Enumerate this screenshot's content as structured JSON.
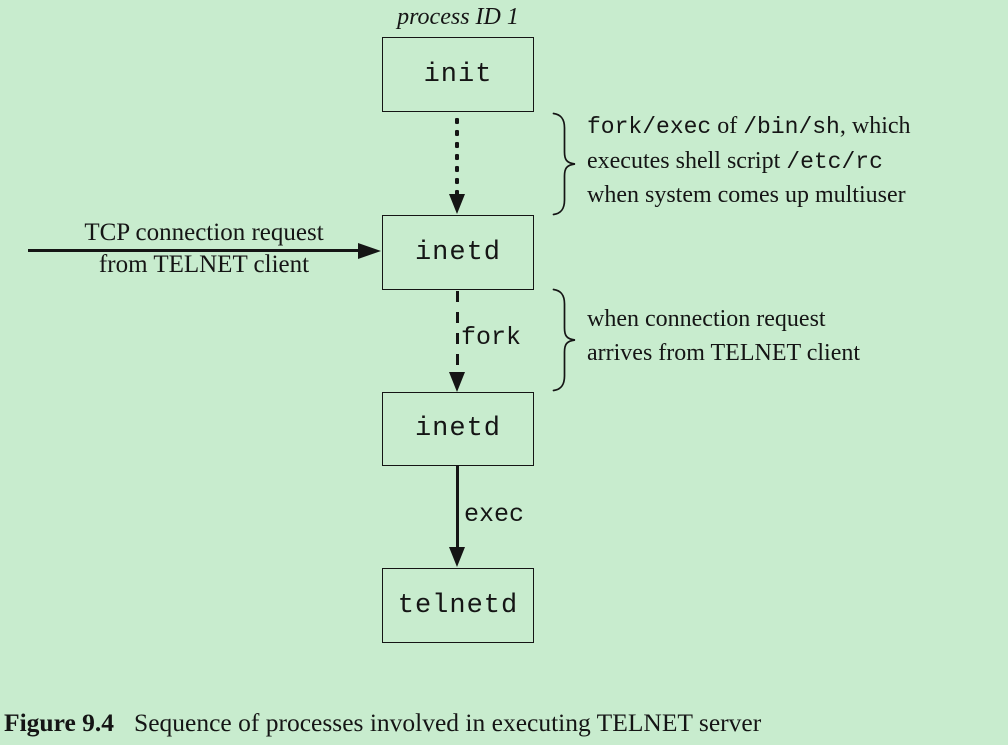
{
  "colors": {
    "background": "#c8ecce",
    "ink": "#151515"
  },
  "top_label": "process ID 1",
  "boxes": {
    "init": "init",
    "inetd_parent": "inetd",
    "inetd_child": "inetd",
    "telnetd": "telnetd"
  },
  "incoming_arrow": {
    "line1": "TCP connection request",
    "line2": "from TELNET client"
  },
  "arrow_labels": {
    "fork": "fork",
    "exec": "exec"
  },
  "note_fork_exec": {
    "line1": {
      "code1": "fork/exec",
      "text1": " of ",
      "code2": "/bin/sh",
      "text2": ", which"
    },
    "line2": {
      "text1": "executes shell script ",
      "code1": "/etc/rc"
    },
    "line3": "when system comes up multiuser"
  },
  "note_connection": {
    "line1": "when connection request",
    "line2": "arrives from TELNET client"
  },
  "caption": {
    "label": "Figure 9.4",
    "text": "Sequence of processes involved in executing TELNET server"
  }
}
